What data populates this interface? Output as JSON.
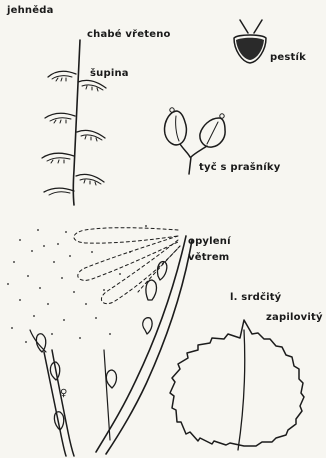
{
  "labels": {
    "catkin": "jehněda",
    "axis": "chabé vřeteno",
    "scale": "šupina",
    "pistil": "pestík",
    "stamen": "tyč s prašníky",
    "wind": "opylení větrem",
    "leaf_shape": "l. srdčitý",
    "leaf_margin": "zapilovitý",
    "flower_mark": "♀"
  },
  "colors": {
    "ink": "#1c1c1c",
    "paper": "#f7f6f1"
  },
  "icons": [
    "catkin-drawing",
    "pistil-drawing",
    "stamen-drawing",
    "pollen-cloud",
    "branch-drawing",
    "leaf-drawing"
  ]
}
